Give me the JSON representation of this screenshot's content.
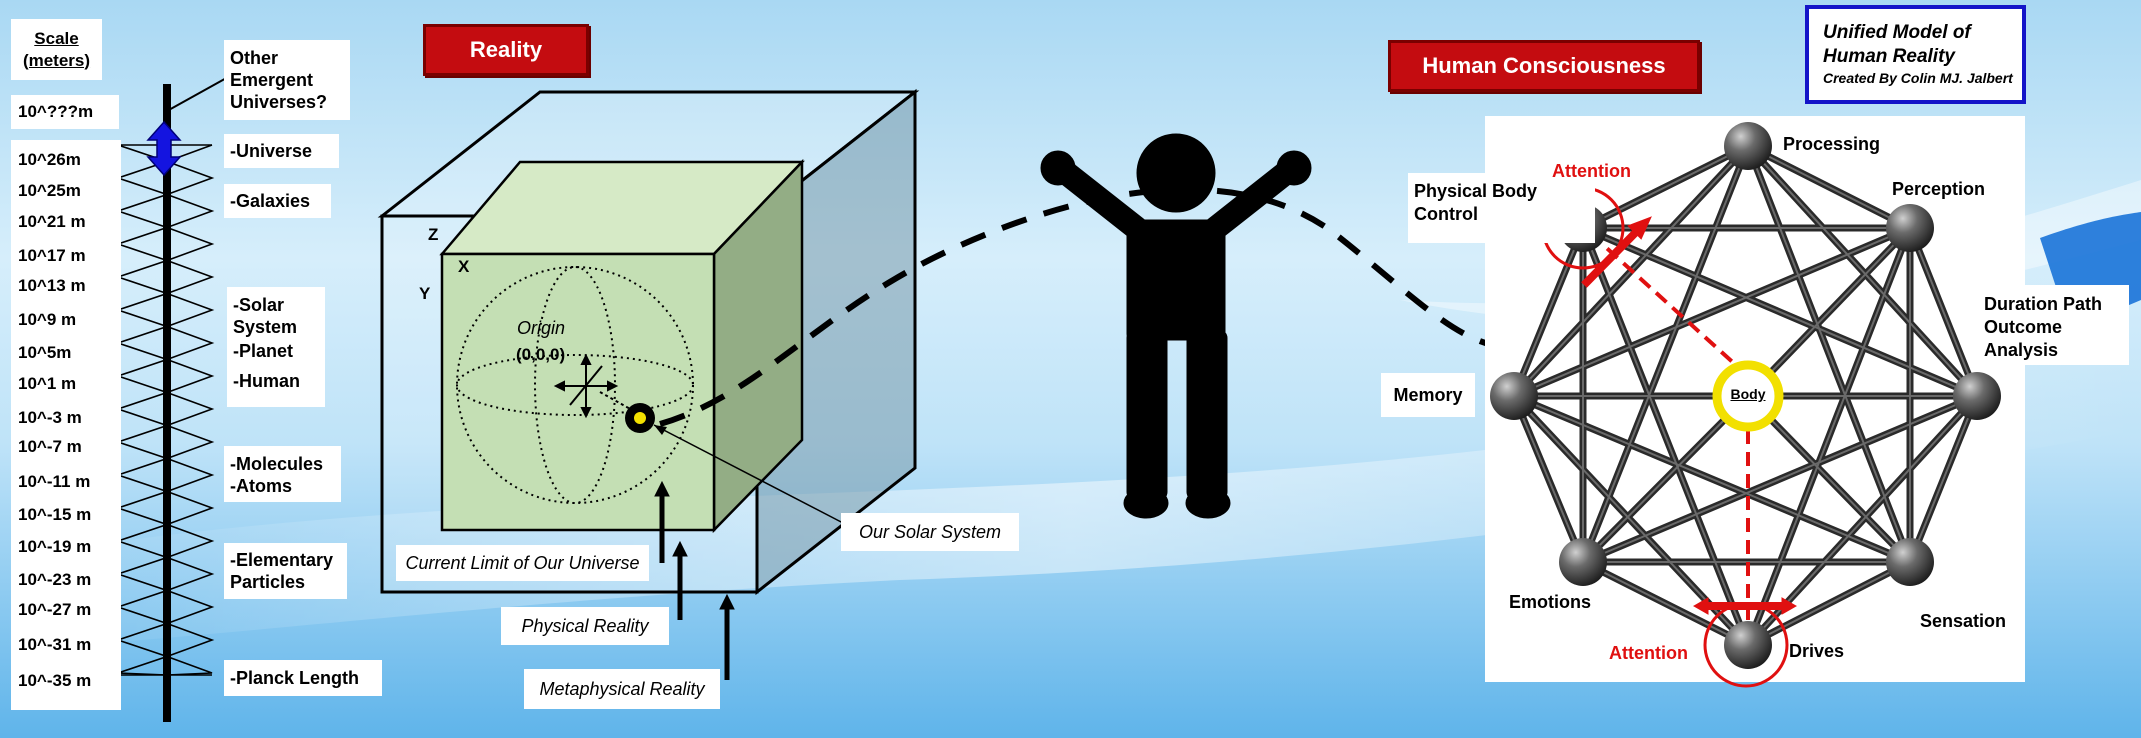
{
  "scale_header": "Scale (meters)",
  "scale_top": "10^???m",
  "scale_labels": [
    "10^26m",
    "10^25m",
    "10^21 m",
    "10^17 m",
    "10^13 m",
    "10^9 m",
    "10^5m",
    "10^1 m",
    "10^-3 m",
    "10^-7 m",
    "10^-11 m",
    "10^-15 m",
    "10^-19 m",
    "10^-23 m",
    "10^-27 m",
    "10^-31 m",
    "10^-35 m"
  ],
  "scale_annotations": {
    "other_universes": "Other Emergent Universes?",
    "universe": "-Universe",
    "galaxies": "-Galaxies",
    "solar_system": "-Solar System",
    "planet": "-Planet",
    "human": "-Human",
    "molecules": "-Molecules",
    "atoms": "-Atoms",
    "elementary": "-Elementary Particles",
    "planck": "-Planck Length"
  },
  "reality": {
    "banner": "Reality",
    "axis_z": "Z",
    "axis_x": "X",
    "axis_y": "Y",
    "origin_label": "Origin",
    "origin_coords": "(0,0,0)",
    "solar_system_label": "Our Solar System",
    "current_limit_label": "Current Limit of Our Universe",
    "physical_reality_label": "Physical Reality",
    "metaphysical_reality_label": "Metaphysical Reality"
  },
  "consciousness": {
    "banner": "Human Consciousness",
    "title_line1": "Unified Model of Human Reality",
    "title_line2": "Created By Colin MJ. Jalbert",
    "body_label": "Body",
    "nodes": {
      "processing": "Processing",
      "perception": "Perception",
      "physical_body_control": "Physical Body Control",
      "duration": "Duration Path Outcome Analysis",
      "memory": "Memory",
      "emotions": "Emotions",
      "sensation": "Sensation",
      "drives": "Drives"
    },
    "attention_top": "Attention",
    "attention_bottom": "Attention"
  },
  "colors": {
    "banner_red": "#c40c10",
    "attention_red": "#e01010",
    "body_ring": "#f2e000",
    "scale_arrow": "#1414e0",
    "cube_fill": "#c4dfb4"
  }
}
